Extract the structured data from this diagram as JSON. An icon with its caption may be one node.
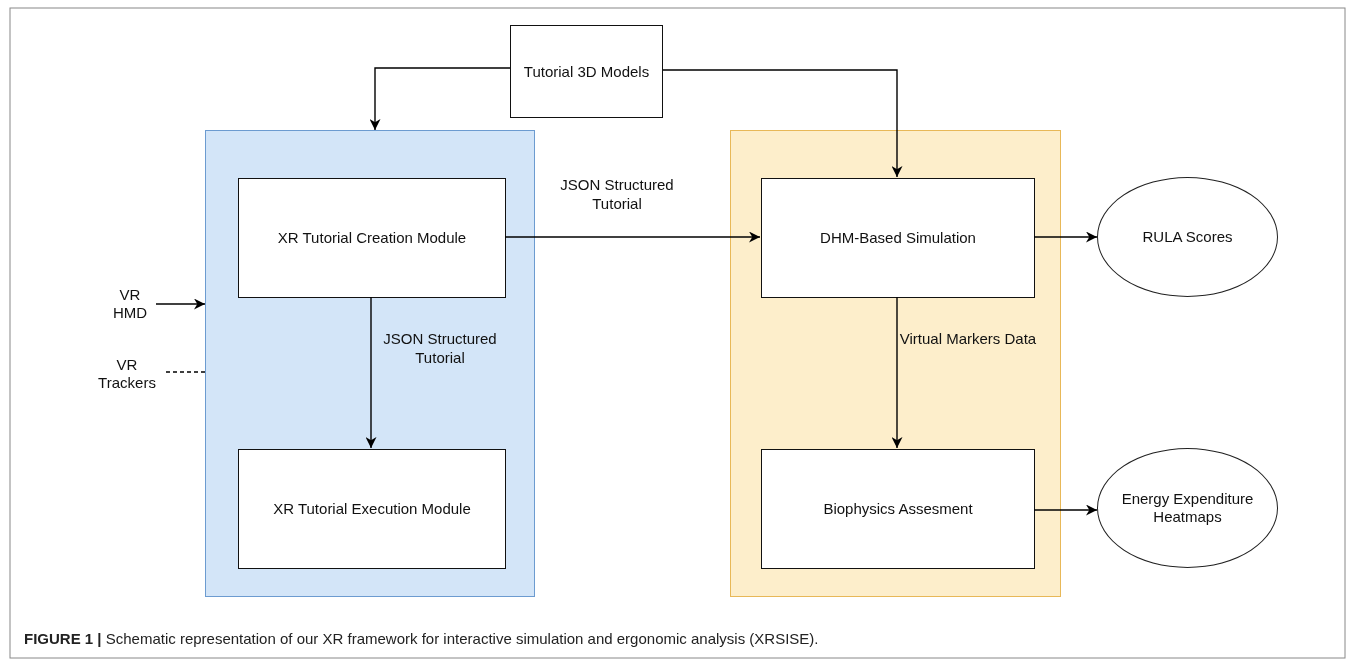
{
  "diagram": {
    "caption": "**FIGURE 1 |** Schematic representation of our XR framework for interactive simulation and ergonomic analysis (XRSISE).",
    "nodes": [
      {
        "text": [
          "Tutorial 3D Models"
        ]
      },
      {
        "text": [],
        "shape": "box"
      },
      {
        "text": [
          "XR Tutorial Creation Module"
        ],
        "in": 1
      },
      {
        "text": [
          "XR Tutorial Execution Module"
        ],
        "in": 1
      },
      {
        "text": [],
        "shape": "box"
      },
      {
        "text": [
          "DHM-Based Simulation"
        ],
        "in": 4
      },
      {
        "text": [
          "Biophysics Assesment"
        ],
        "in": 4
      },
      {
        "text": [
          "RULA Scores"
        ]
      },
      {
        "text": [
          "Energy Expenditure Heatmaps"
        ]
      },
      {
        "text": [
          "VR HMD"
        ]
      },
      {
        "text": [
          "VR Trackers"
        ]
      }
    ],
    "edges": [
      {
        "from": 0,
        "to": 1,
        "arrow": "to"
      },
      {
        "from": 0,
        "to": 5,
        "arrow": "to"
      },
      {
        "from": 2,
        "to": 5,
        "arrow": "to",
        "label": "JSON Structured Tutorial"
      },
      {
        "from": 2,
        "to": 3,
        "arrow": "to",
        "label": "JSON Structured Tutorial"
      },
      {
        "from": 5,
        "to": 7,
        "arrow": "to"
      },
      {
        "from": 5,
        "to": 6,
        "arrow": "to",
        "label": "Virtual Markers Data"
      },
      {
        "from": 6,
        "to": 8,
        "arrow": "to"
      },
      {
        "from": 9,
        "to": 1,
        "arrow": "to"
      },
      {
        "from": 10,
        "to": 1,
        "arrow": "none",
        "style": "dashed"
      }
    ]
  }
}
